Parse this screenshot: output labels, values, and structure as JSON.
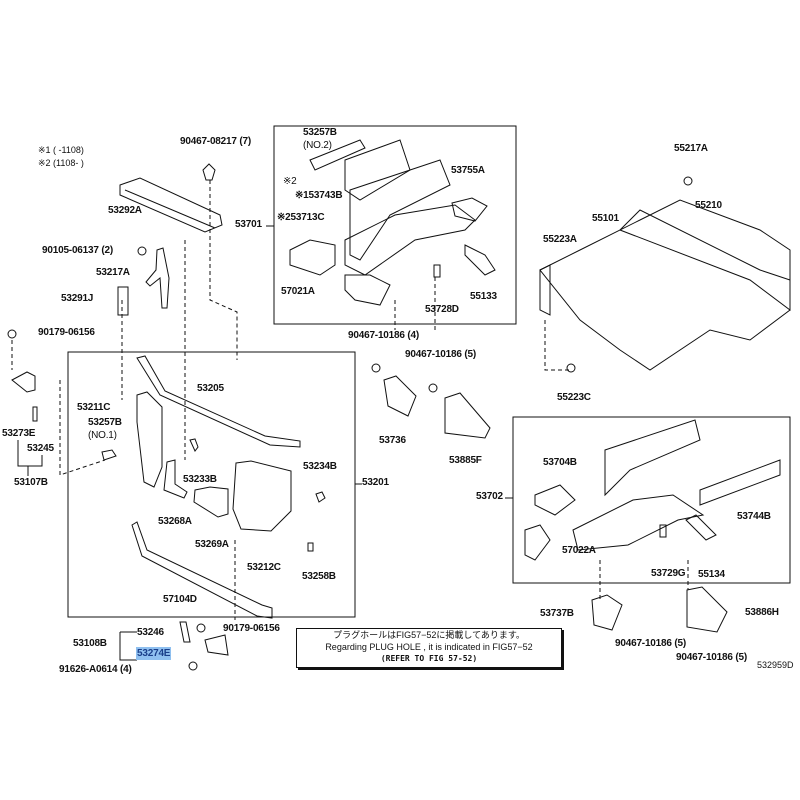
{
  "legend": {
    "note1": "※1 (      -1108)",
    "note2": "※2 (1108-      )"
  },
  "labels": {
    "l90467_08217": "90467-08217 (7)",
    "l53292A": "53292A",
    "l90105_06137": "90105-06137 (2)",
    "l53217A": "53217A",
    "l53291J": "53291J",
    "l90179_06156_a": "90179-06156",
    "l53701": "53701",
    "l53257B_2": "53257B",
    "l53257B_2_sub": "(NO.2)",
    "l_k2a": "※2",
    "l53743B": "※153743B",
    "l53713C": "※253713C",
    "l53755A": "53755A",
    "l57021A": "57021A",
    "l53728D": "53728D",
    "l55133": "55133",
    "l55217A": "55217A",
    "l55101": "55101",
    "l55210": "55210",
    "l55223A": "55223A",
    "l55223C": "55223C",
    "l90467_10186_4": "90467-10186 (4)",
    "l90467_10186_5a": "90467-10186 (5)",
    "l53736": "53736",
    "l53885F": "53885F",
    "l53201": "53201",
    "l53702": "53702",
    "l53704B": "53704B",
    "l53744B": "53744B",
    "l57022A": "57022A",
    "l53729G": "53729G",
    "l55134": "55134",
    "l53737B": "53737B",
    "l53886H": "53886H",
    "l90467_10186_5b": "90467-10186 (5)",
    "l90467_10186_5c": "90467-10186 (5)",
    "l53205": "53205",
    "l53211C": "53211C",
    "l53257B_1": "53257B",
    "l53257B_1_sub": "(NO.1)",
    "l53273E": "53273E",
    "l53245": "53245",
    "l53107B": "53107B",
    "l53233B": "53233B",
    "l53234B": "53234B",
    "l53268A": "53268A",
    "l53269A": "53269A",
    "l53212C": "53212C",
    "l53258B": "53258B",
    "l57104D": "57104D",
    "l53108B": "53108B",
    "l53246": "53246",
    "l53274E": "53274E",
    "l90179_06156_b": "90179-06156",
    "l91626_A0614": "91626-A0614 (4)"
  },
  "note": {
    "line1": "プラグホールはFIG57−52に掲載してあります。",
    "line2": "Regarding PLUG HOLE , it is indicated in FIG57−52",
    "line3": "(REFER TO FIG 57-52)"
  },
  "figure_id": "532959D",
  "highlight_color": "#8fc0f0"
}
